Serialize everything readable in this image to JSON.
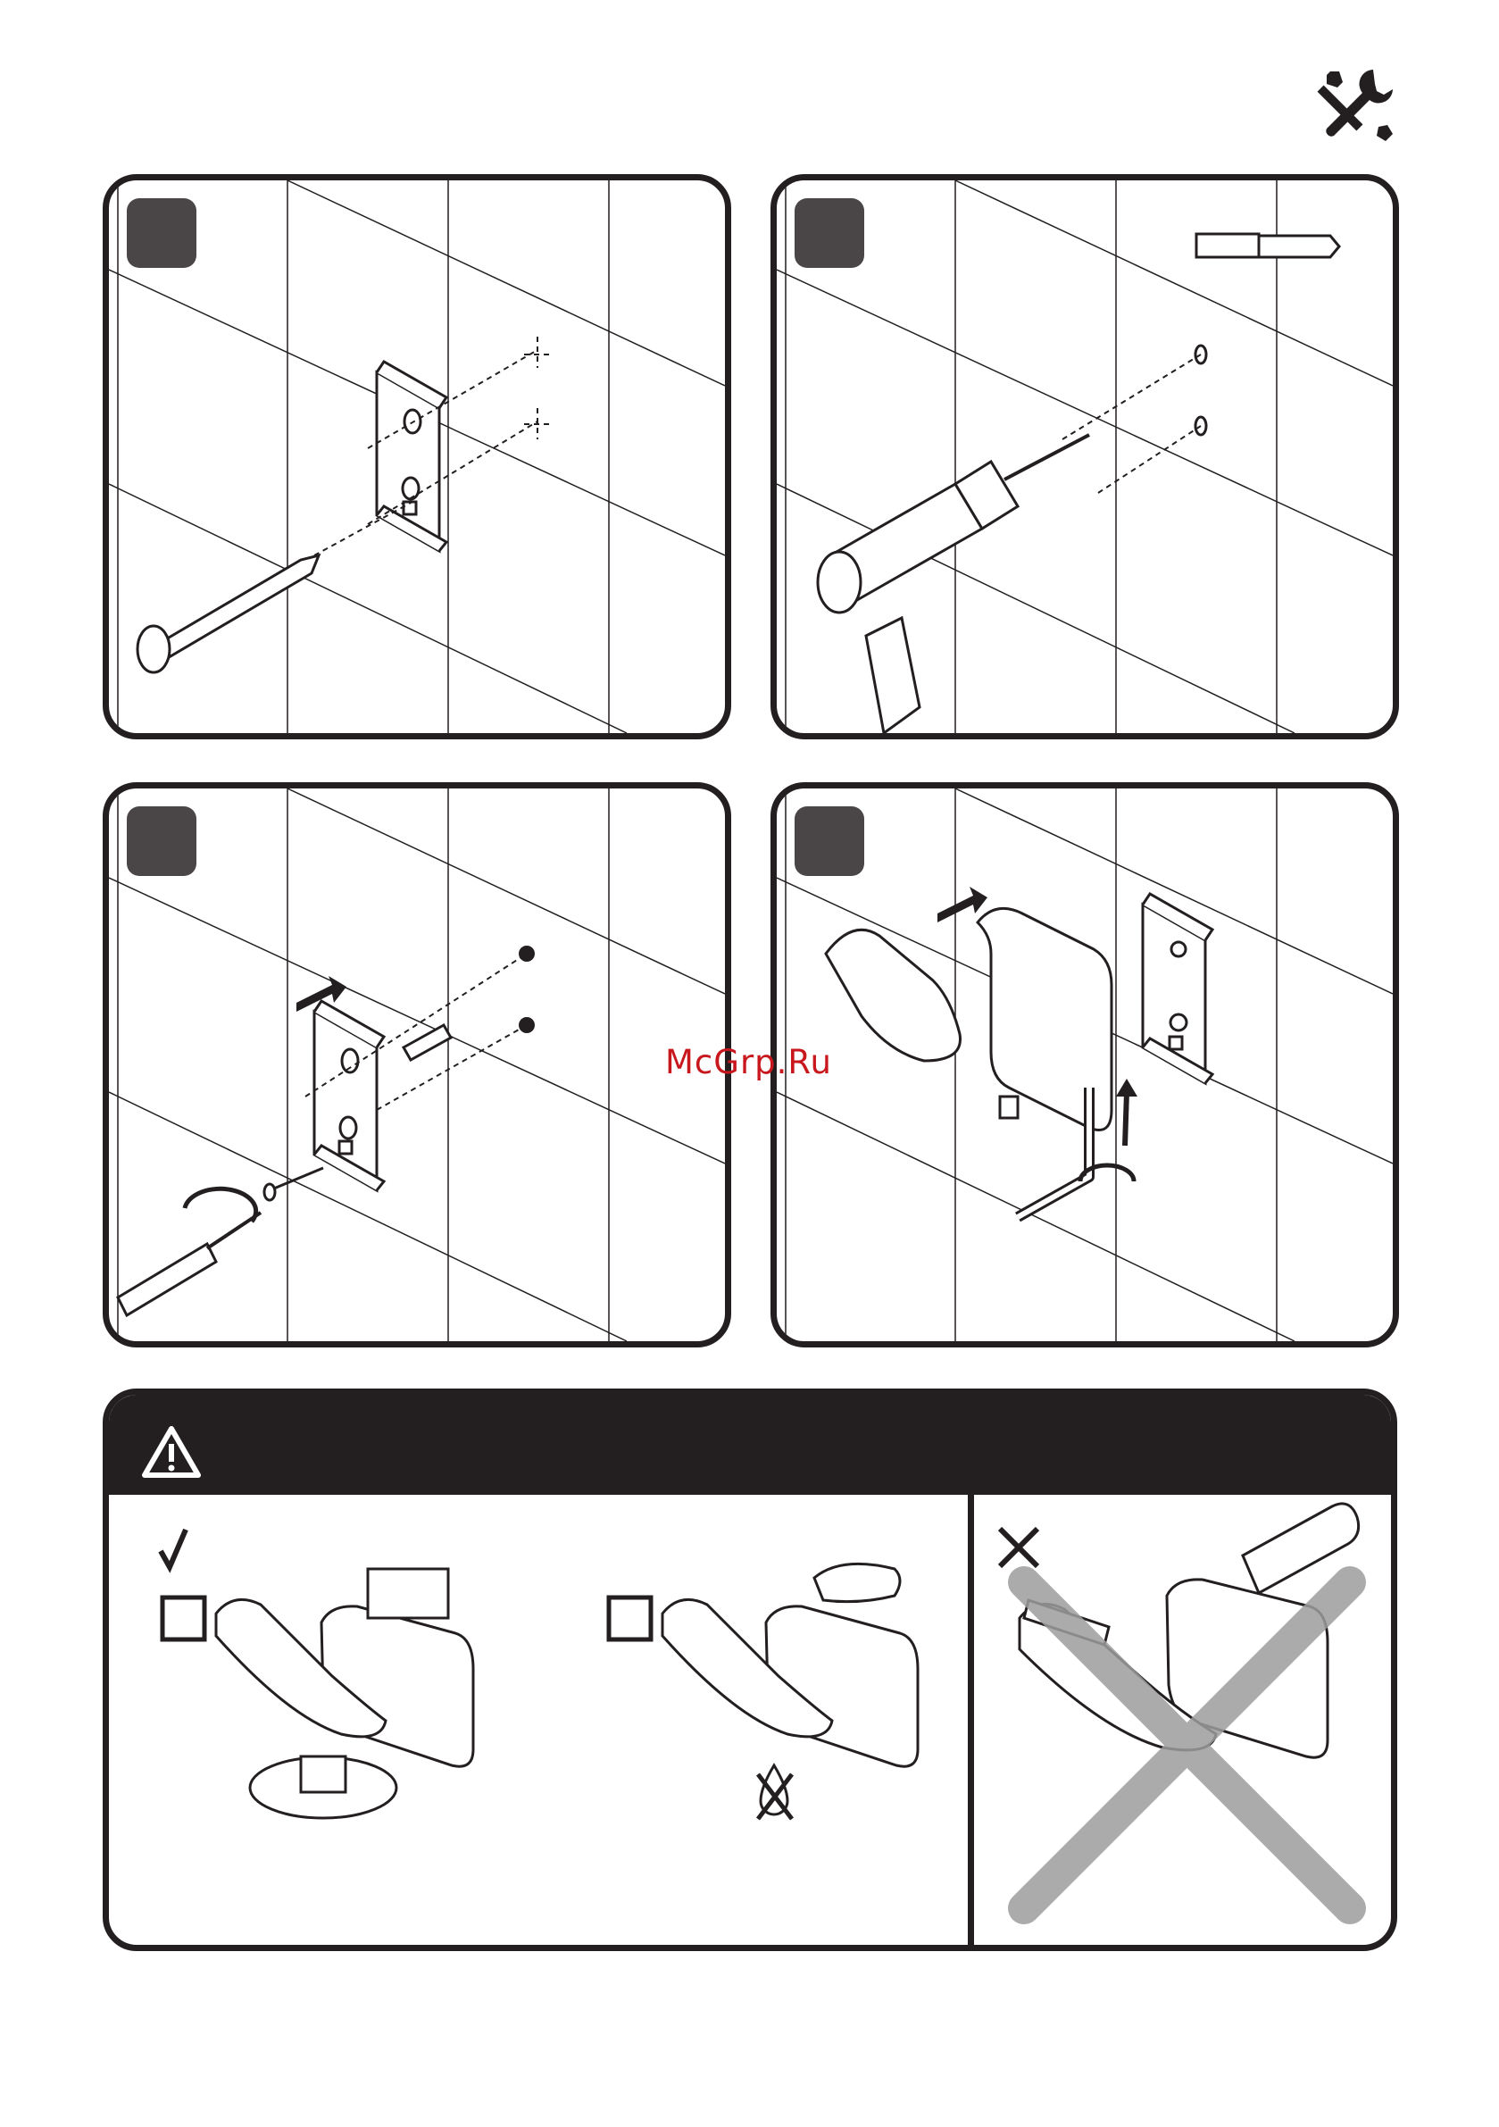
{
  "document": {
    "watermark": "McGrp.Ru",
    "steps": [
      {
        "illustration": "mark-drill-holes"
      },
      {
        "illustration": "drill-holes"
      },
      {
        "illustration": "insert-plugs-and-screw-bracket"
      },
      {
        "illustration": "slide-hook-on-and-tighten-set-screw"
      }
    ],
    "care": {
      "header_icon": "warning-triangle-icon",
      "allowed_icon": "checkmark-icon",
      "forbidden_icon": "cross-icon"
    },
    "icons": {
      "top_right": "tools-icon"
    },
    "colors": {
      "ink": "#231f20",
      "badge": "#4a4647",
      "watermark": "#c8181e",
      "forbidden_overlay": "#9d9d9d"
    }
  }
}
